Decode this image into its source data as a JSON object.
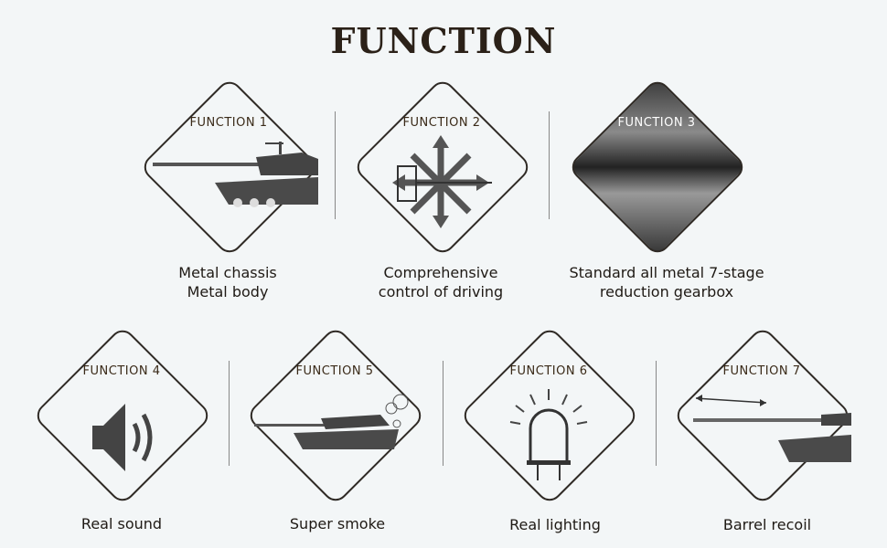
{
  "title": "FUNCTION",
  "functions": [
    {
      "tag": "FUNCTION 1",
      "label1": "Metal chassis",
      "label2": "Metal body",
      "icon": "tank-icon"
    },
    {
      "tag": "FUNCTION 2",
      "label1": "Comprehensive",
      "label2": "control of driving",
      "icon": "direction-arrows-icon"
    },
    {
      "tag": "FUNCTION 3",
      "label1": "Standard all metal 7-stage",
      "label2": "reduction gearbox",
      "icon": "gearbox-photo"
    },
    {
      "tag": "FUNCTION 4",
      "label1": "Real sound",
      "icon": "speaker-icon"
    },
    {
      "tag": "FUNCTION 5",
      "label1": "Super smoke",
      "icon": "tank-smoke-icon"
    },
    {
      "tag": "FUNCTION 6",
      "label1": "Real lighting",
      "icon": "light-bulb-icon"
    },
    {
      "tag": "FUNCTION 7",
      "label1": "Barrel recoil",
      "icon": "barrel-recoil-icon"
    }
  ]
}
